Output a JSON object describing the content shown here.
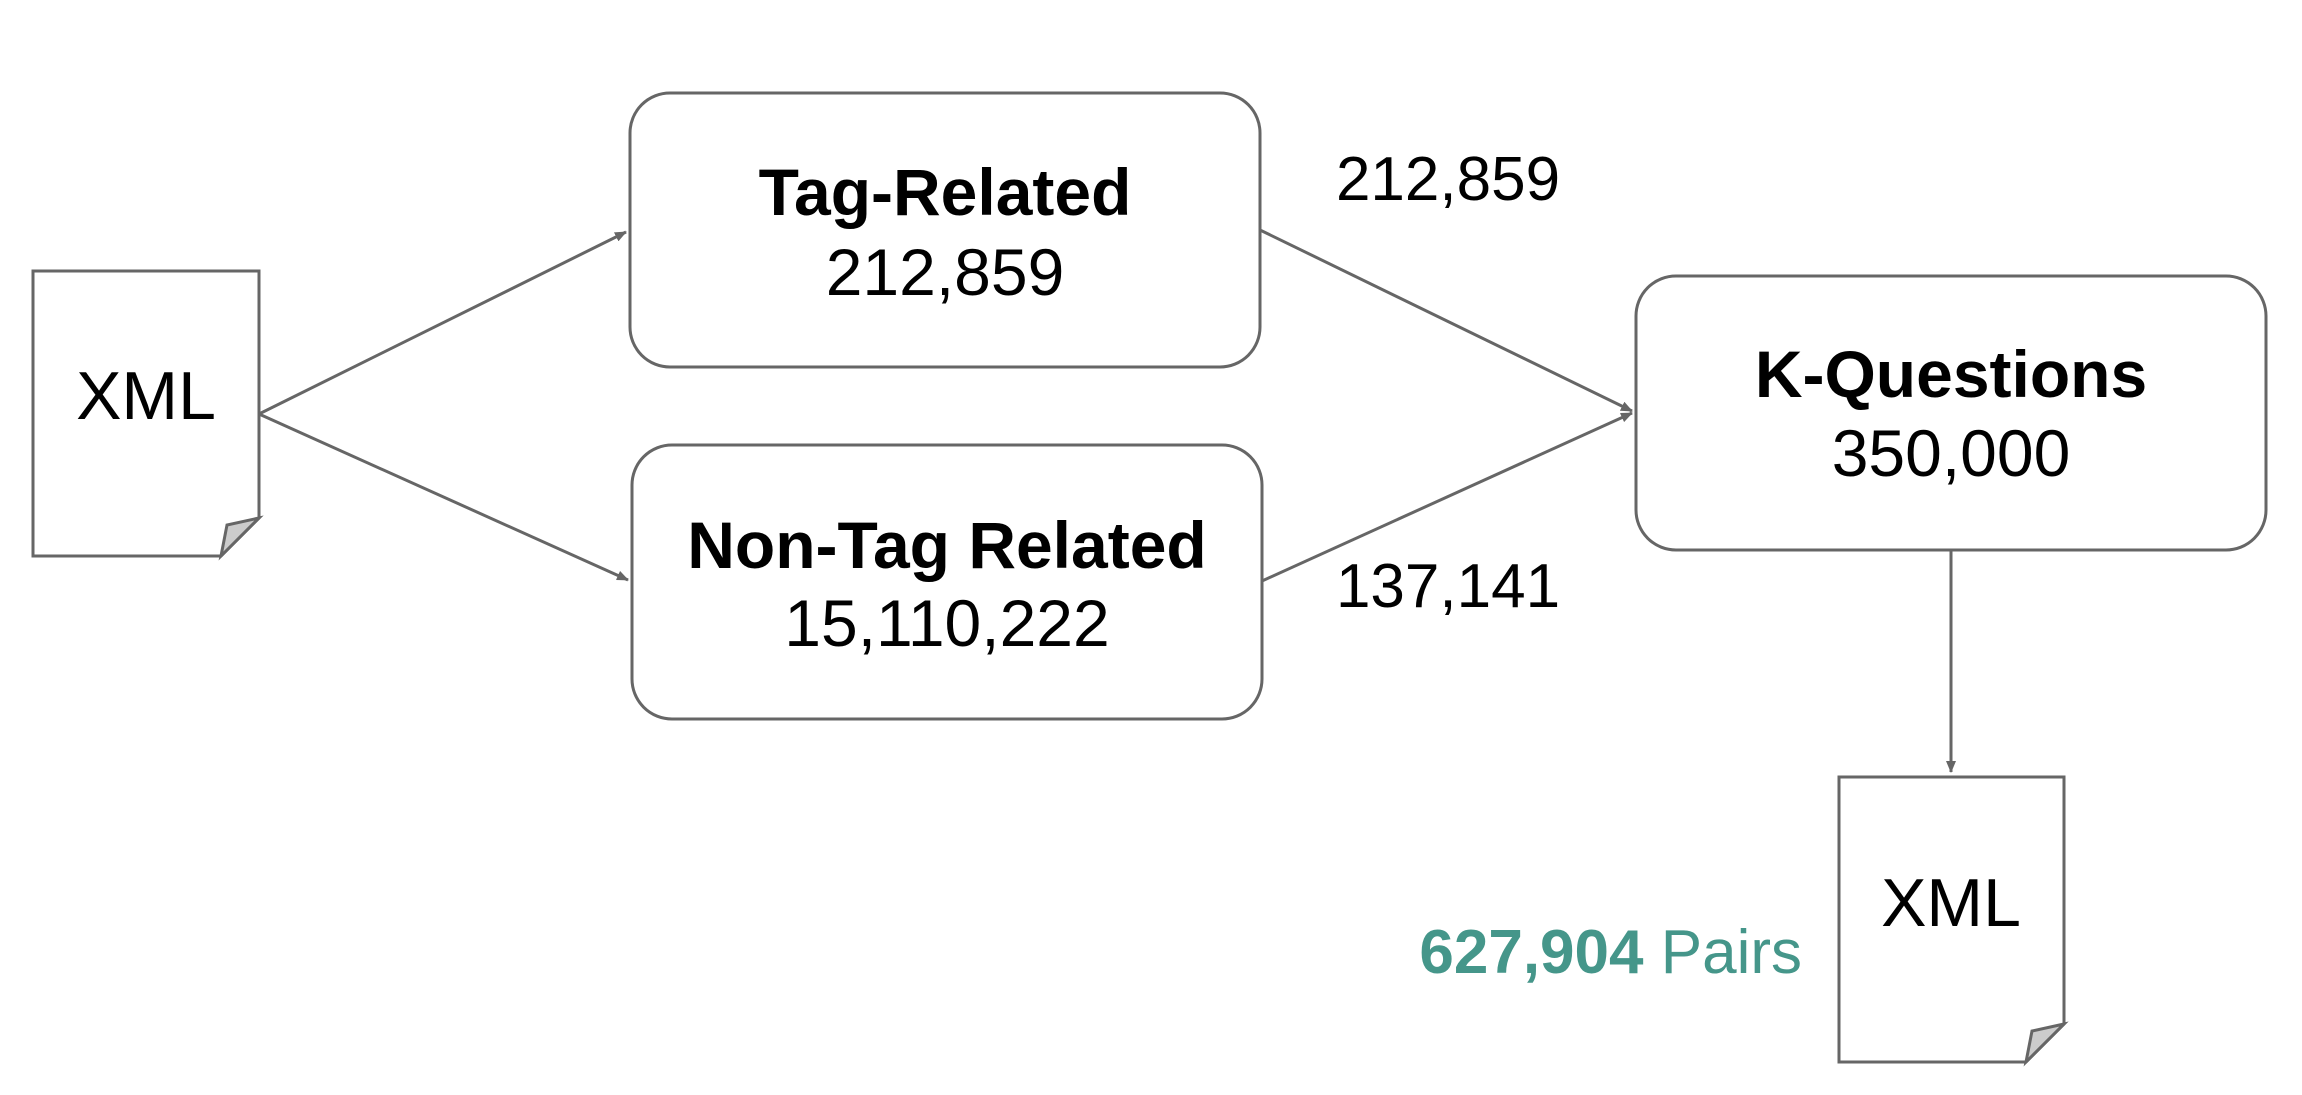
{
  "doc_left": {
    "label": "XML"
  },
  "tag_related": {
    "title": "Tag-Related",
    "count": "212,859"
  },
  "non_tag_related": {
    "title": "Non-Tag Related",
    "count": "15,110,222"
  },
  "k_questions": {
    "title": "K-Questions",
    "count": "350,000"
  },
  "edge_labels": {
    "tag_to_k": "212,859",
    "nontag_to_k": "137,141"
  },
  "doc_output": {
    "label": "XML"
  },
  "pairs": {
    "count": "627,904",
    "unit": "Pairs"
  },
  "colors": {
    "stroke": "#666666",
    "accent": "#45968A",
    "fold": "#cccccc"
  }
}
